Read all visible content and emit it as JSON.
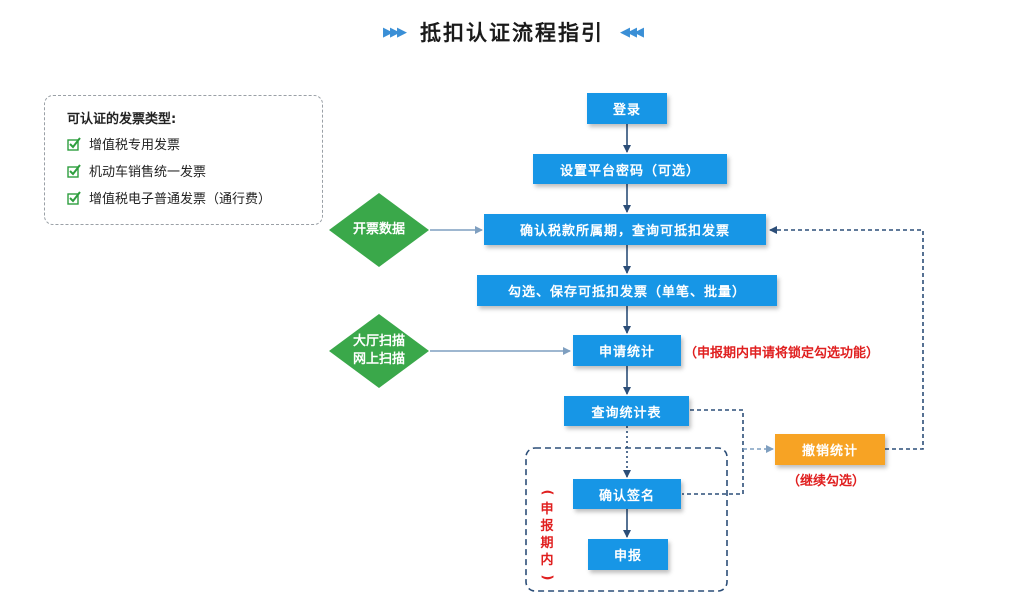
{
  "title": "抵扣认证流程指引",
  "legend": {
    "heading": "可认证的发票类型:",
    "items": [
      "增值税专用发票",
      "机动车销售统一发票",
      "增值税电子普通发票（通行费）"
    ]
  },
  "steps": {
    "login": "登录",
    "set_password": "设置平台密码（可选）",
    "confirm_period": "确认税款所属期，查询可抵扣发票",
    "select_save": "勾选、保存可抵扣发票（单笔、批量）",
    "apply_stats": "申请统计",
    "query_stats": "查询统计表",
    "confirm_sign": "确认签名",
    "declare": "申报",
    "cancel_stats": "撤销统计"
  },
  "diamonds": {
    "invoice_data": "开票数据",
    "hall_scan_line1": "大厅扫描",
    "hall_scan_line2": "网上扫描"
  },
  "notes": {
    "apply_note": "（申报期内申请将锁定勾选功能）",
    "continue_note": "（继续勾选）",
    "period_chars": [
      "(",
      "申",
      "报",
      "期",
      "内",
      ")"
    ]
  },
  "colors": {
    "step_blue": "#1796e6",
    "cancel_orange": "#f7a324",
    "diamond_green": "#3aa84a",
    "note_red": "#e02020",
    "connector_navy": "#2c4e78"
  }
}
